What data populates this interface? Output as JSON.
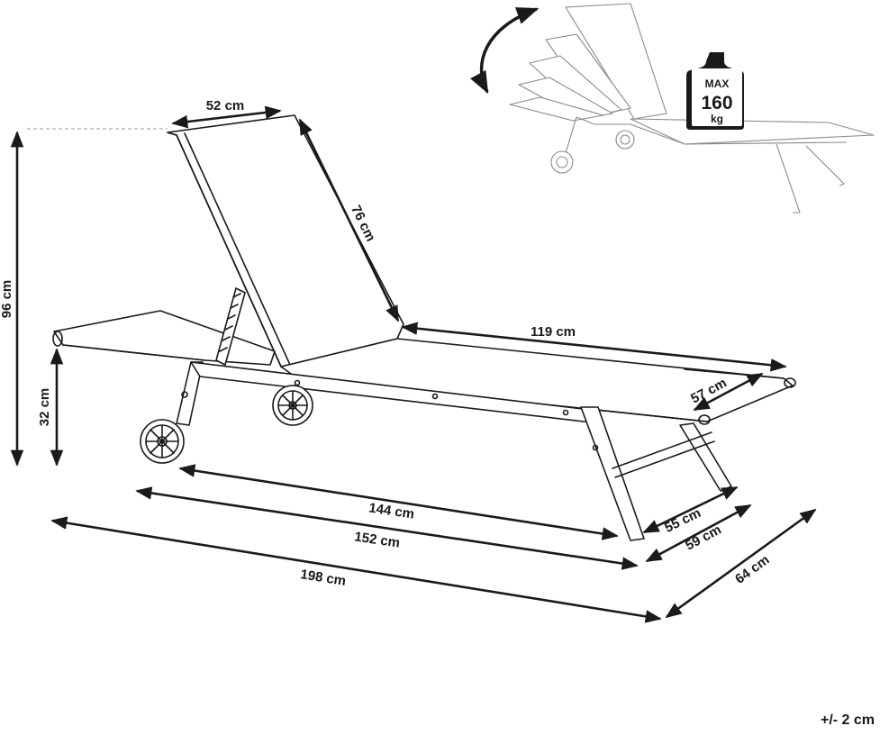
{
  "dimensions": {
    "backrest_width": "52 cm",
    "backrest_length": "76 cm",
    "total_height": "96 cm",
    "seat_height": "32 cm",
    "seat_length": "119 cm",
    "seat_width": "57 cm",
    "frame_length": "144 cm",
    "base_length": "152 cm",
    "total_length": "198 cm",
    "inner_width": "55 cm",
    "frame_width": "59 cm",
    "total_width": "64 cm"
  },
  "weight_badge": {
    "line1": "MAX",
    "line2": "160",
    "line3": "kg"
  },
  "tolerance": "+/- 2 cm",
  "colors": {
    "line": "#1a1a1a",
    "light_line": "#8a8a8a",
    "badge_fill": "#1a1a1a"
  }
}
